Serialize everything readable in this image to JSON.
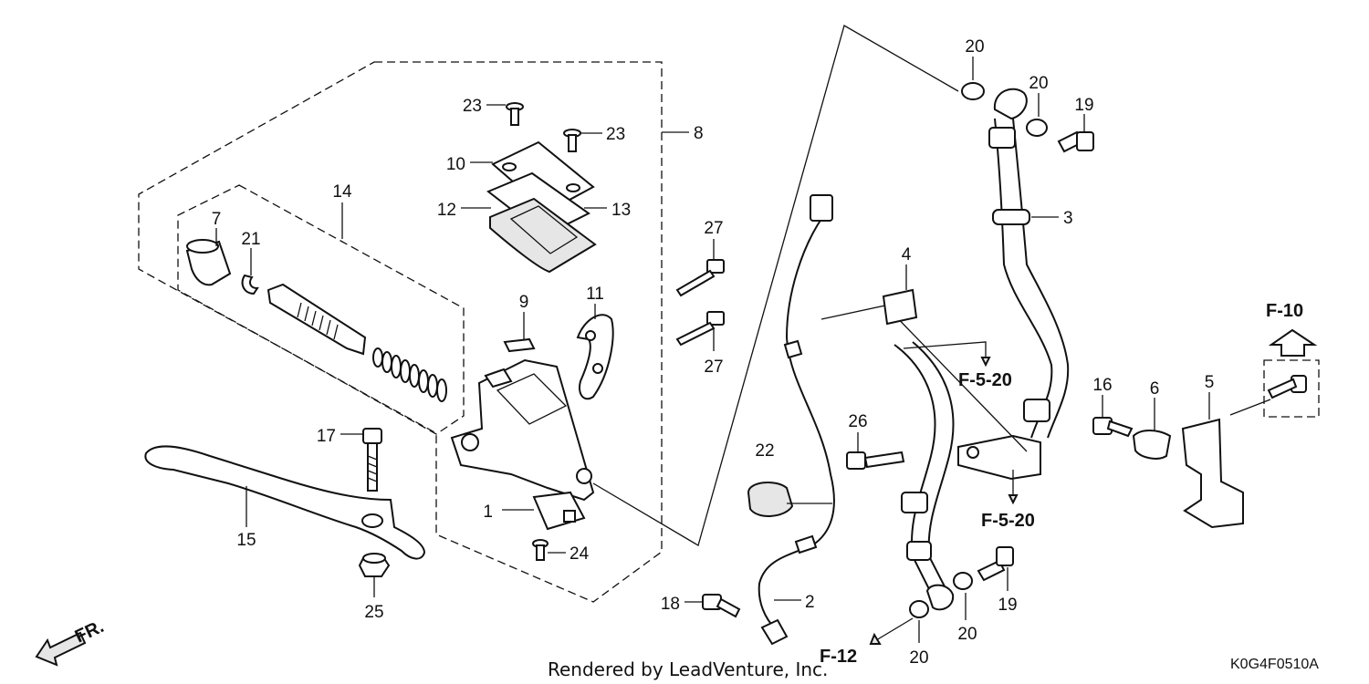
{
  "callouts": [
    {
      "id": "c1",
      "text": "1"
    },
    {
      "id": "c2",
      "text": "2"
    },
    {
      "id": "c3",
      "text": "3"
    },
    {
      "id": "c4",
      "text": "4"
    },
    {
      "id": "c5",
      "text": "5"
    },
    {
      "id": "c6",
      "text": "6"
    },
    {
      "id": "c7",
      "text": "7"
    },
    {
      "id": "c8",
      "text": "8"
    },
    {
      "id": "c9",
      "text": "9"
    },
    {
      "id": "c10",
      "text": "10"
    },
    {
      "id": "c11",
      "text": "11"
    },
    {
      "id": "c12",
      "text": "12"
    },
    {
      "id": "c13",
      "text": "13"
    },
    {
      "id": "c14",
      "text": "14"
    },
    {
      "id": "c15",
      "text": "15"
    },
    {
      "id": "c16",
      "text": "16"
    },
    {
      "id": "c17",
      "text": "17"
    },
    {
      "id": "c18",
      "text": "18"
    },
    {
      "id": "c19a",
      "text": "19"
    },
    {
      "id": "c19b",
      "text": "19"
    },
    {
      "id": "c20a",
      "text": "20"
    },
    {
      "id": "c20b",
      "text": "20"
    },
    {
      "id": "c20c",
      "text": "20"
    },
    {
      "id": "c20d",
      "text": "20"
    },
    {
      "id": "c21",
      "text": "21"
    },
    {
      "id": "c22",
      "text": "22"
    },
    {
      "id": "c23a",
      "text": "23"
    },
    {
      "id": "c23b",
      "text": "23"
    },
    {
      "id": "c24",
      "text": "24"
    },
    {
      "id": "c25",
      "text": "25"
    },
    {
      "id": "c26",
      "text": "26"
    },
    {
      "id": "c27a",
      "text": "27"
    },
    {
      "id": "c27b",
      "text": "27"
    }
  ],
  "references": {
    "f520_upper": "F-5-20",
    "f520_lower": "F-5-20",
    "f10": "F-10",
    "f12": "F-12"
  },
  "direction_label": "FR.",
  "footer": {
    "credit": "Rendered by LeadVenture, Inc.",
    "diagram_code": "K0G4F0510A"
  }
}
